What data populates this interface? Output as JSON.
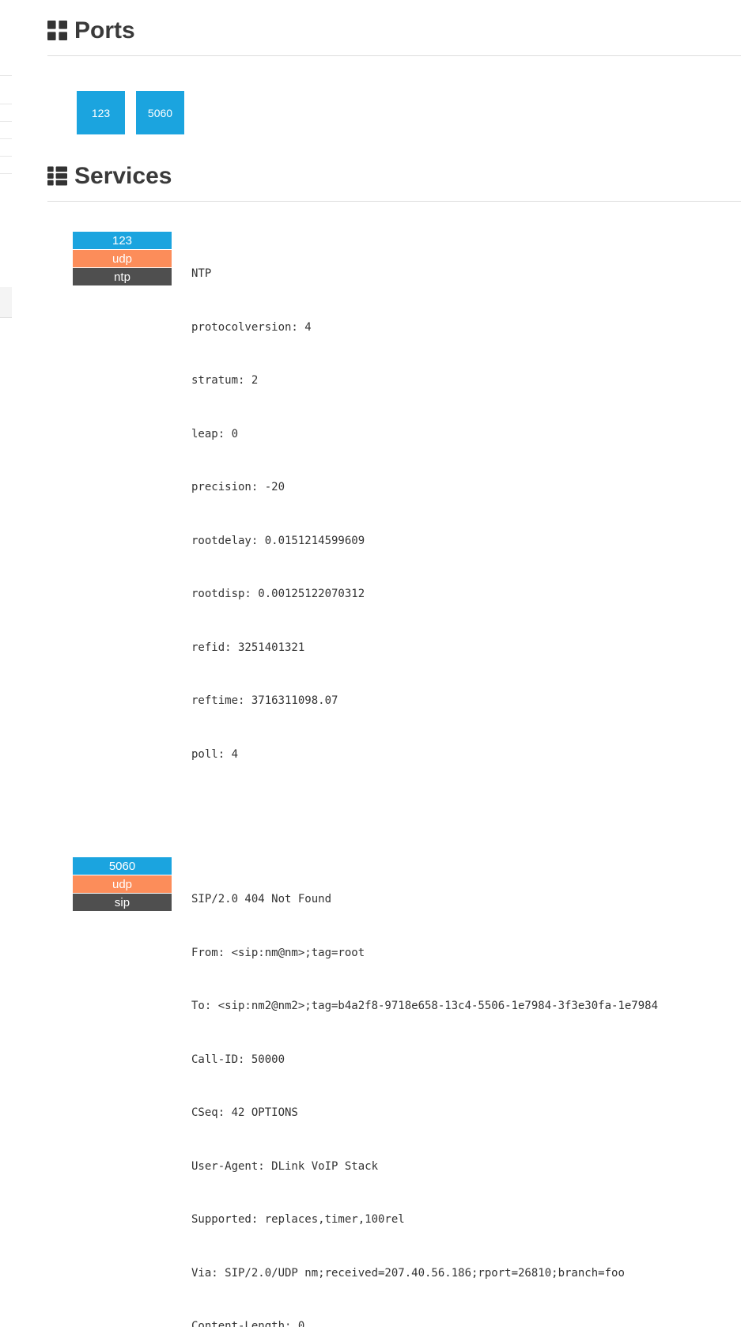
{
  "colors": {
    "port_blue": "#1ba4df",
    "transport_orange": "#fc8d5a",
    "service_gray": "#4f4f4f"
  },
  "ports_section": {
    "title": "Ports",
    "ports": [
      {
        "label": "123"
      },
      {
        "label": "5060"
      }
    ]
  },
  "services_section": {
    "title": "Services",
    "services": [
      {
        "port": "123",
        "transport": "udp",
        "service": "ntp",
        "banner_lines": [
          "NTP",
          "protocolversion: 4",
          "stratum: 2",
          "leap: 0",
          "precision: -20",
          "rootdelay: 0.0151214599609",
          "rootdisp: 0.00125122070312",
          "refid: 3251401321",
          "reftime: 3716311098.07",
          "poll: 4"
        ]
      },
      {
        "port": "5060",
        "transport": "udp",
        "service": "sip",
        "banner_lines": [
          "SIP/2.0 404 Not Found",
          "From: <sip:nm@nm>;tag=root",
          "To: <sip:nm2@nm2>;tag=b4a2f8-9718e658-13c4-5506-1e7984-3f3e30fa-1e7984",
          "Call-ID: 50000",
          "CSeq: 42 OPTIONS",
          "User-Agent: DLink VoIP Stack",
          "Supported: replaces,timer,100rel",
          "Via: SIP/2.0/UDP nm;received=207.40.56.186;rport=26810;branch=foo",
          "Content-Length: 0"
        ]
      }
    ]
  }
}
